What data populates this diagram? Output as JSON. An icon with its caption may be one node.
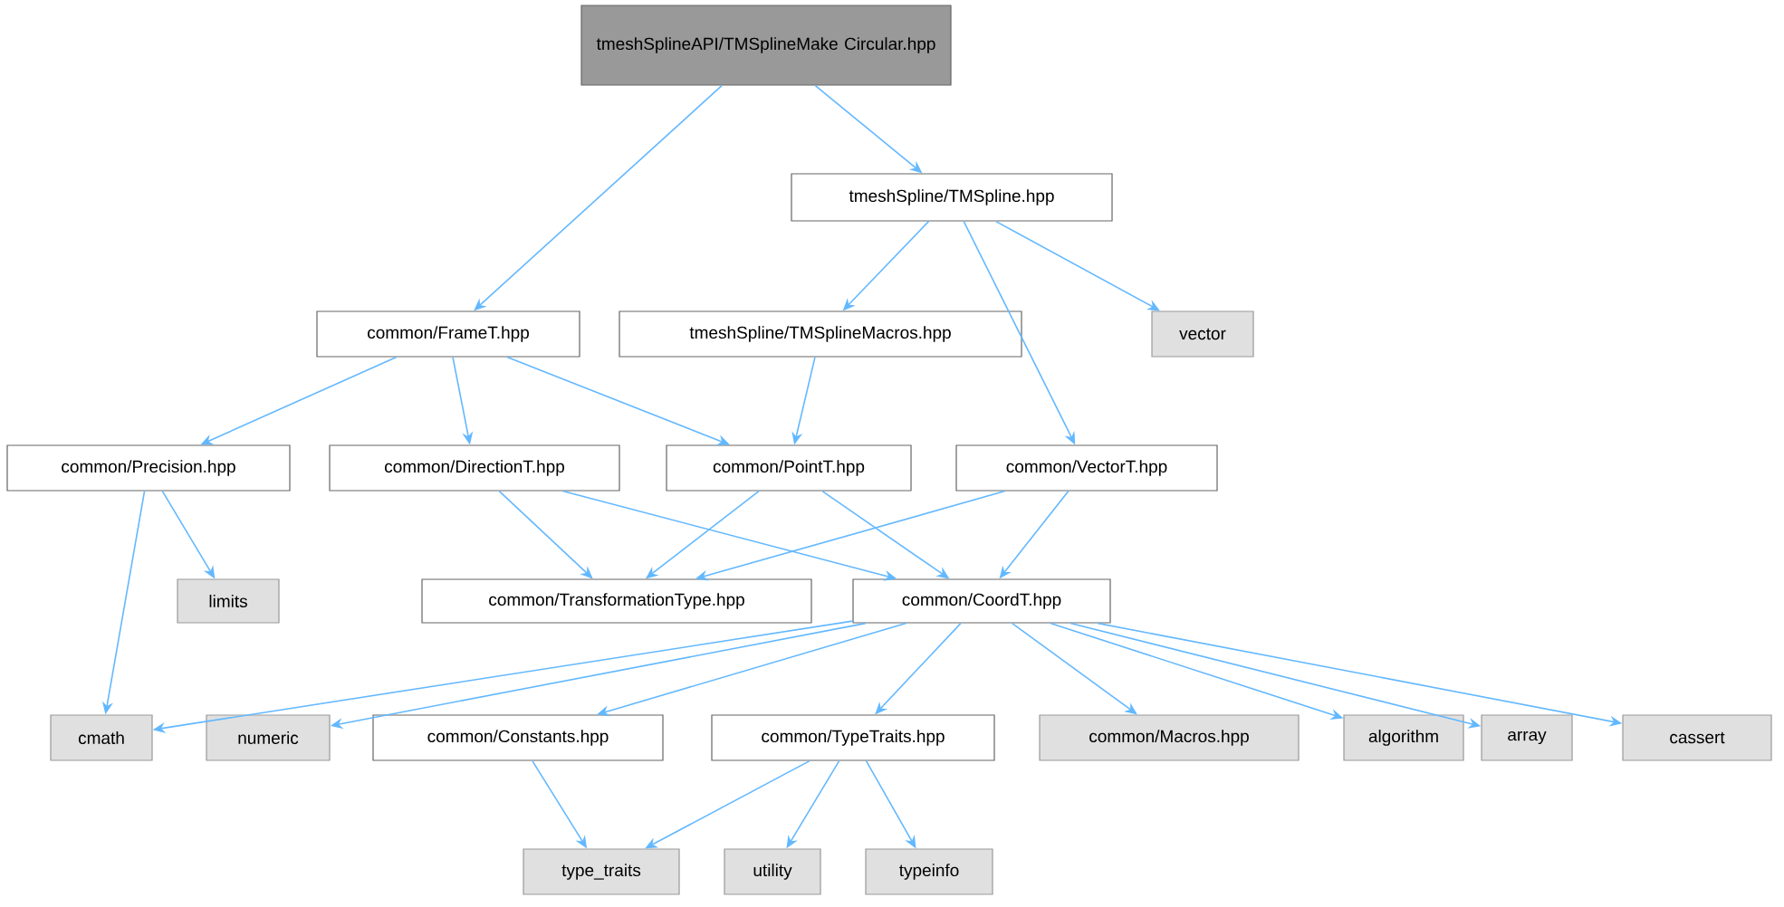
{
  "diagram": {
    "nodes": [
      {
        "text": [
          "tmeshSplineAPI/TMSplineMake Circular.hpp"
        ]
      },
      {
        "text": [
          "tmeshSpline/TMSpline.hpp"
        ]
      },
      {
        "text": [
          "common/FrameT.hpp"
        ]
      },
      {
        "text": [
          "tmeshSpline/TMSplineMacros.hpp"
        ]
      },
      {
        "text": [
          "vector"
        ]
      },
      {
        "text": [
          "common/Precision.hpp"
        ]
      },
      {
        "text": [
          "common/DirectionT.hpp"
        ]
      },
      {
        "text": [
          "common/PointT.hpp"
        ]
      },
      {
        "text": [
          "common/VectorT.hpp"
        ]
      },
      {
        "text": [
          "limits"
        ]
      },
      {
        "text": [
          "common/TransformationType.hpp"
        ]
      },
      {
        "text": [
          "common/CoordT.hpp"
        ]
      },
      {
        "text": [
          "cmath"
        ]
      },
      {
        "text": [
          "numeric"
        ]
      },
      {
        "text": [
          "common/Constants.hpp"
        ]
      },
      {
        "text": [
          "common/TypeTraits.hpp"
        ]
      },
      {
        "text": [
          "common/Macros.hpp"
        ]
      },
      {
        "text": [
          "algorithm"
        ]
      },
      {
        "text": [
          "array"
        ]
      },
      {
        "text": [
          "cassert"
        ]
      },
      {
        "text": [
          "type_traits"
        ]
      },
      {
        "text": [
          "utility"
        ]
      },
      {
        "text": [
          "typeinfo"
        ]
      }
    ],
    "edges": [
      {
        "from": 0,
        "to": 2,
        "arrow": "to"
      },
      {
        "from": 0,
        "to": 1,
        "arrow": "to"
      },
      {
        "from": 1,
        "to": 3,
        "arrow": "to"
      },
      {
        "from": 1,
        "to": 8,
        "arrow": "to"
      },
      {
        "from": 1,
        "to": 4,
        "arrow": "to"
      },
      {
        "from": 2,
        "to": 5,
        "arrow": "to"
      },
      {
        "from": 2,
        "to": 6,
        "arrow": "to"
      },
      {
        "from": 2,
        "to": 7,
        "arrow": "to"
      },
      {
        "from": 3,
        "to": 7,
        "arrow": "to"
      },
      {
        "from": 5,
        "to": 12,
        "arrow": "to"
      },
      {
        "from": 5,
        "to": 9,
        "arrow": "to"
      },
      {
        "from": 6,
        "to": 10,
        "arrow": "to"
      },
      {
        "from": 6,
        "to": 11,
        "arrow": "to"
      },
      {
        "from": 7,
        "to": 10,
        "arrow": "to"
      },
      {
        "from": 7,
        "to": 11,
        "arrow": "to"
      },
      {
        "from": 8,
        "to": 10,
        "arrow": "to"
      },
      {
        "from": 8,
        "to": 11,
        "arrow": "to"
      },
      {
        "from": 11,
        "to": 12,
        "arrow": "to"
      },
      {
        "from": 11,
        "to": 13,
        "arrow": "to"
      },
      {
        "from": 11,
        "to": 14,
        "arrow": "to"
      },
      {
        "from": 11,
        "to": 15,
        "arrow": "to"
      },
      {
        "from": 11,
        "to": 16,
        "arrow": "to"
      },
      {
        "from": 11,
        "to": 17,
        "arrow": "to"
      },
      {
        "from": 11,
        "to": 18,
        "arrow": "to"
      },
      {
        "from": 11,
        "to": 19,
        "arrow": "to"
      },
      {
        "from": 14,
        "to": 20,
        "arrow": "to"
      },
      {
        "from": 15,
        "to": 20,
        "arrow": "to"
      },
      {
        "from": 15,
        "to": 21,
        "arrow": "to"
      },
      {
        "from": 15,
        "to": 22,
        "arrow": "to"
      }
    ]
  }
}
